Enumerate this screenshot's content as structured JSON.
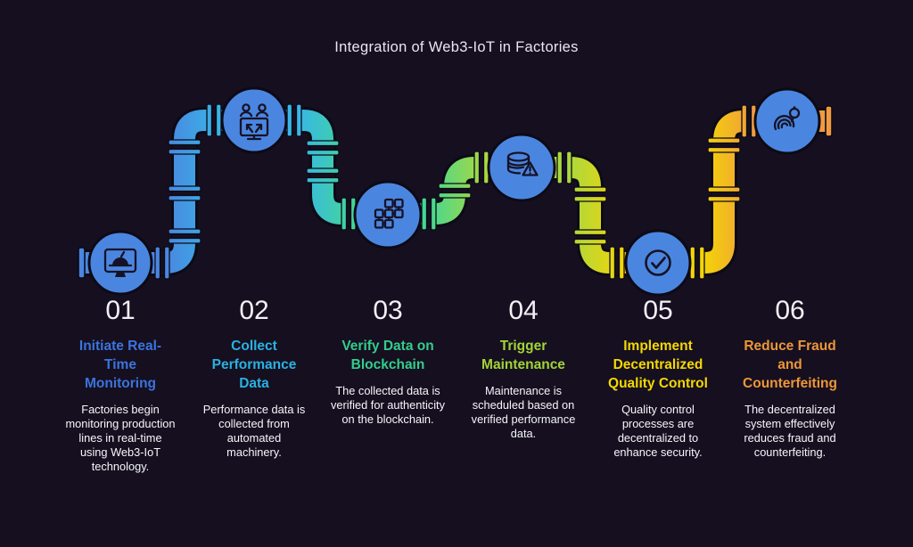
{
  "title": "Integration of Web3-IoT in Factories",
  "colors": {
    "background": "#150f20",
    "pipe_outline": "#0d0a16",
    "number_text": "#f2f0f6",
    "description_text": "#f7f6fa",
    "title_text": "#e9e6f1"
  },
  "pipe": {
    "segment_colors": [
      "#4a86e0",
      "#38b7e7",
      "#43d893",
      "#abd83f",
      "#f4d506",
      "#f09b3f"
    ]
  },
  "steps": [
    {
      "number": "01",
      "title": "Initiate Real-Time Monitoring",
      "description": "Factories begin monitoring production lines in real-time using Web3-IoT technology.",
      "color": "#3b74dc",
      "icon": "monitor-gauge-icon"
    },
    {
      "number": "02",
      "title": "Collect Performance Data",
      "description": "Performance data is collected from automated machinery.",
      "color": "#29b2e2",
      "icon": "machine-data-collection-icon"
    },
    {
      "number": "03",
      "title": "Verify Data on Blockchain",
      "description": "The collected data is verified for authenticity on the blockchain.",
      "color": "#33cd8b",
      "icon": "blockchain-network-icon"
    },
    {
      "number": "04",
      "title": "Trigger Maintenance",
      "description": "Maintenance is scheduled based on verified performance data.",
      "color": "#a2d337",
      "icon": "database-alert-icon"
    },
    {
      "number": "05",
      "title": "Implement Decentralized Quality Control",
      "description": "Quality control processes are decentralized to enhance security.",
      "color": "#f5d800",
      "icon": "check-circle-icon"
    },
    {
      "number": "06",
      "title": "Reduce Fraud and Counterfeiting",
      "description": "The decentralized system effectively reduces fraud and counterfeiting.",
      "color": "#ee9637",
      "icon": "fingerprint-search-icon"
    }
  ]
}
